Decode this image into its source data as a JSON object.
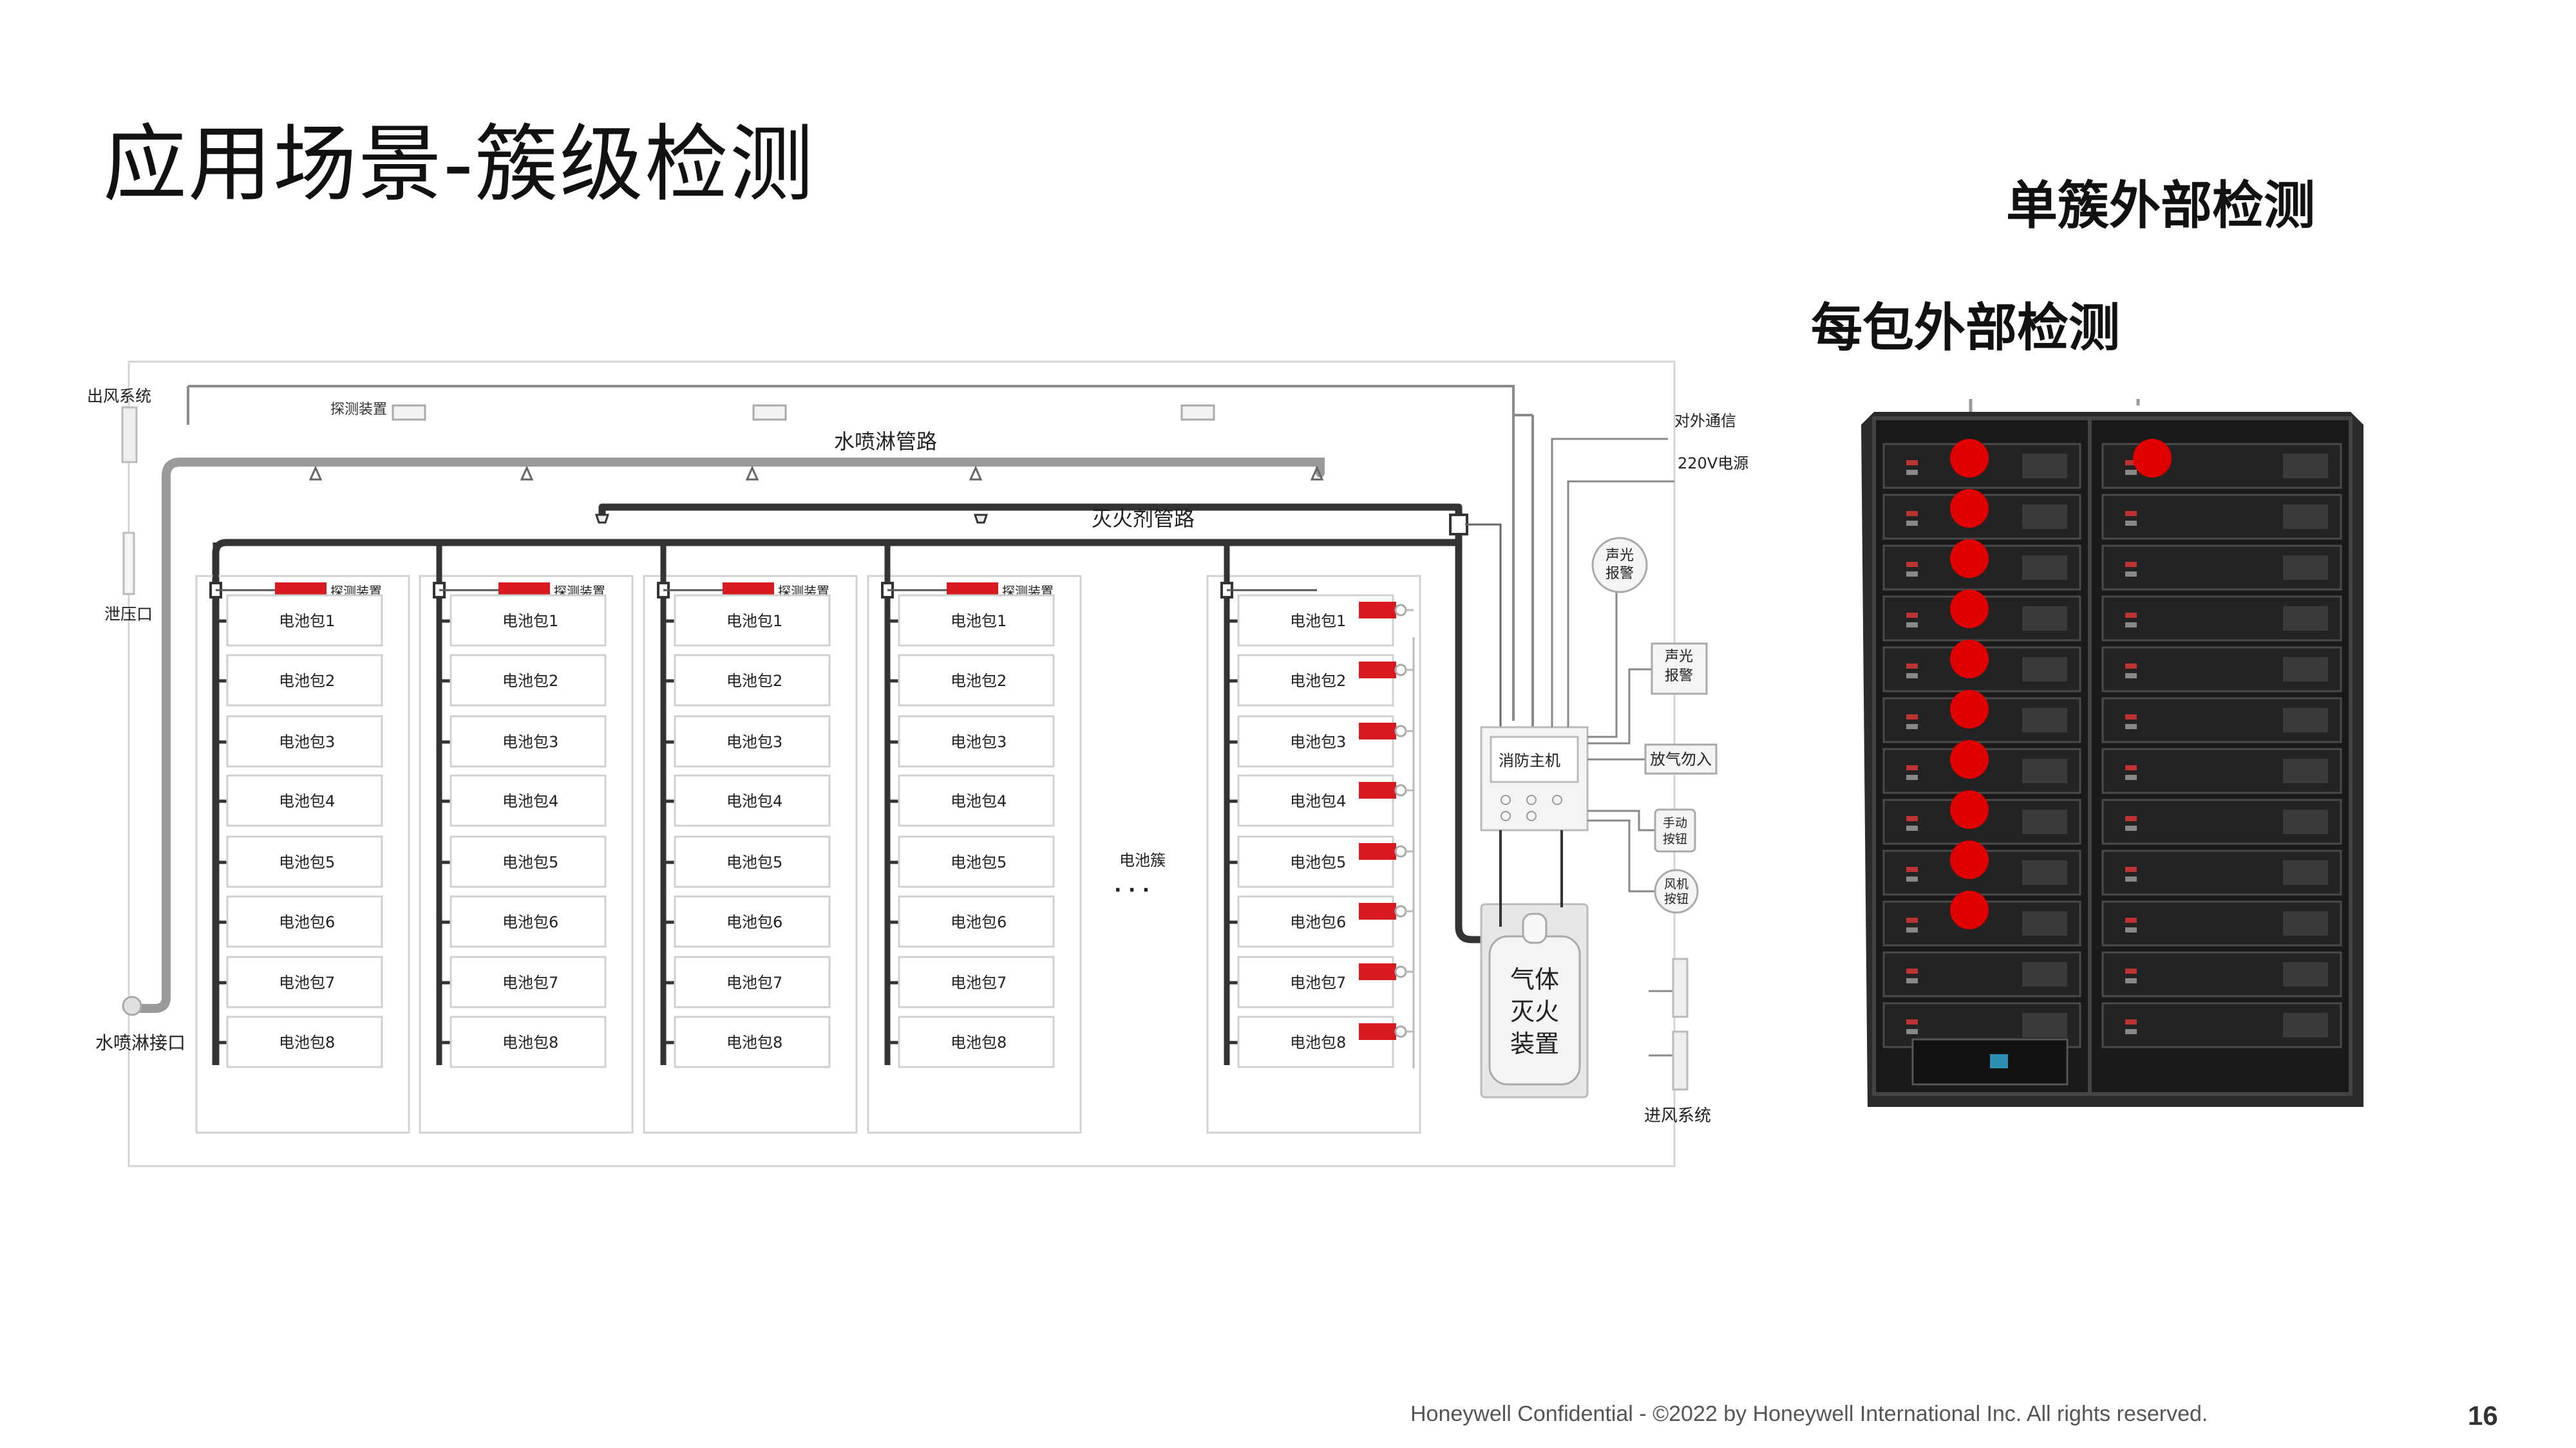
{
  "slide": {
    "title": "应用场景-簇级检测",
    "footer": "Honeywell Confidential - ©2022 by Honeywell International Inc. All rights reserved.",
    "page_number": "16"
  },
  "callouts": {
    "single_cluster": "单簇外部检测",
    "per_pack": "每包外部检测"
  },
  "diagram": {
    "exhaust_system": "出风系统",
    "pressure_relief": "泄压口",
    "sprinkler_inlet": "水喷淋接口",
    "sprinkler_pipe": "水喷淋管路",
    "extinguishant_pipe": "灭火剂管路",
    "detector_top": "探测装置",
    "cluster_detector": "探测装置",
    "battery_cluster": "电池簇",
    "ellipsis": "· · ·",
    "external_comm": "对外通信",
    "power_220v": "220V电源",
    "alarm_1": [
      "声光",
      "报警"
    ],
    "alarm_2": [
      "声光",
      "报警"
    ],
    "fire_host": "消防主机",
    "no_entry": "放气勿入",
    "manual_button": [
      "手动",
      "按钮"
    ],
    "fan_button": [
      "风机",
      "按钮"
    ],
    "gas_device": [
      "气体",
      "灭火",
      "装置"
    ],
    "intake_system": "进风系统",
    "packs": [
      "电池包1",
      "电池包2",
      "电池包3",
      "电池包4",
      "电池包5",
      "电池包6",
      "电池包7",
      "电池包8"
    ]
  },
  "colors": {
    "marker_red": "#e00000",
    "detector_red": "#d71920",
    "pipe_dark": "#333333",
    "pipe_gray": "#9a9a9a",
    "rack_body": "#1e1e1e"
  }
}
